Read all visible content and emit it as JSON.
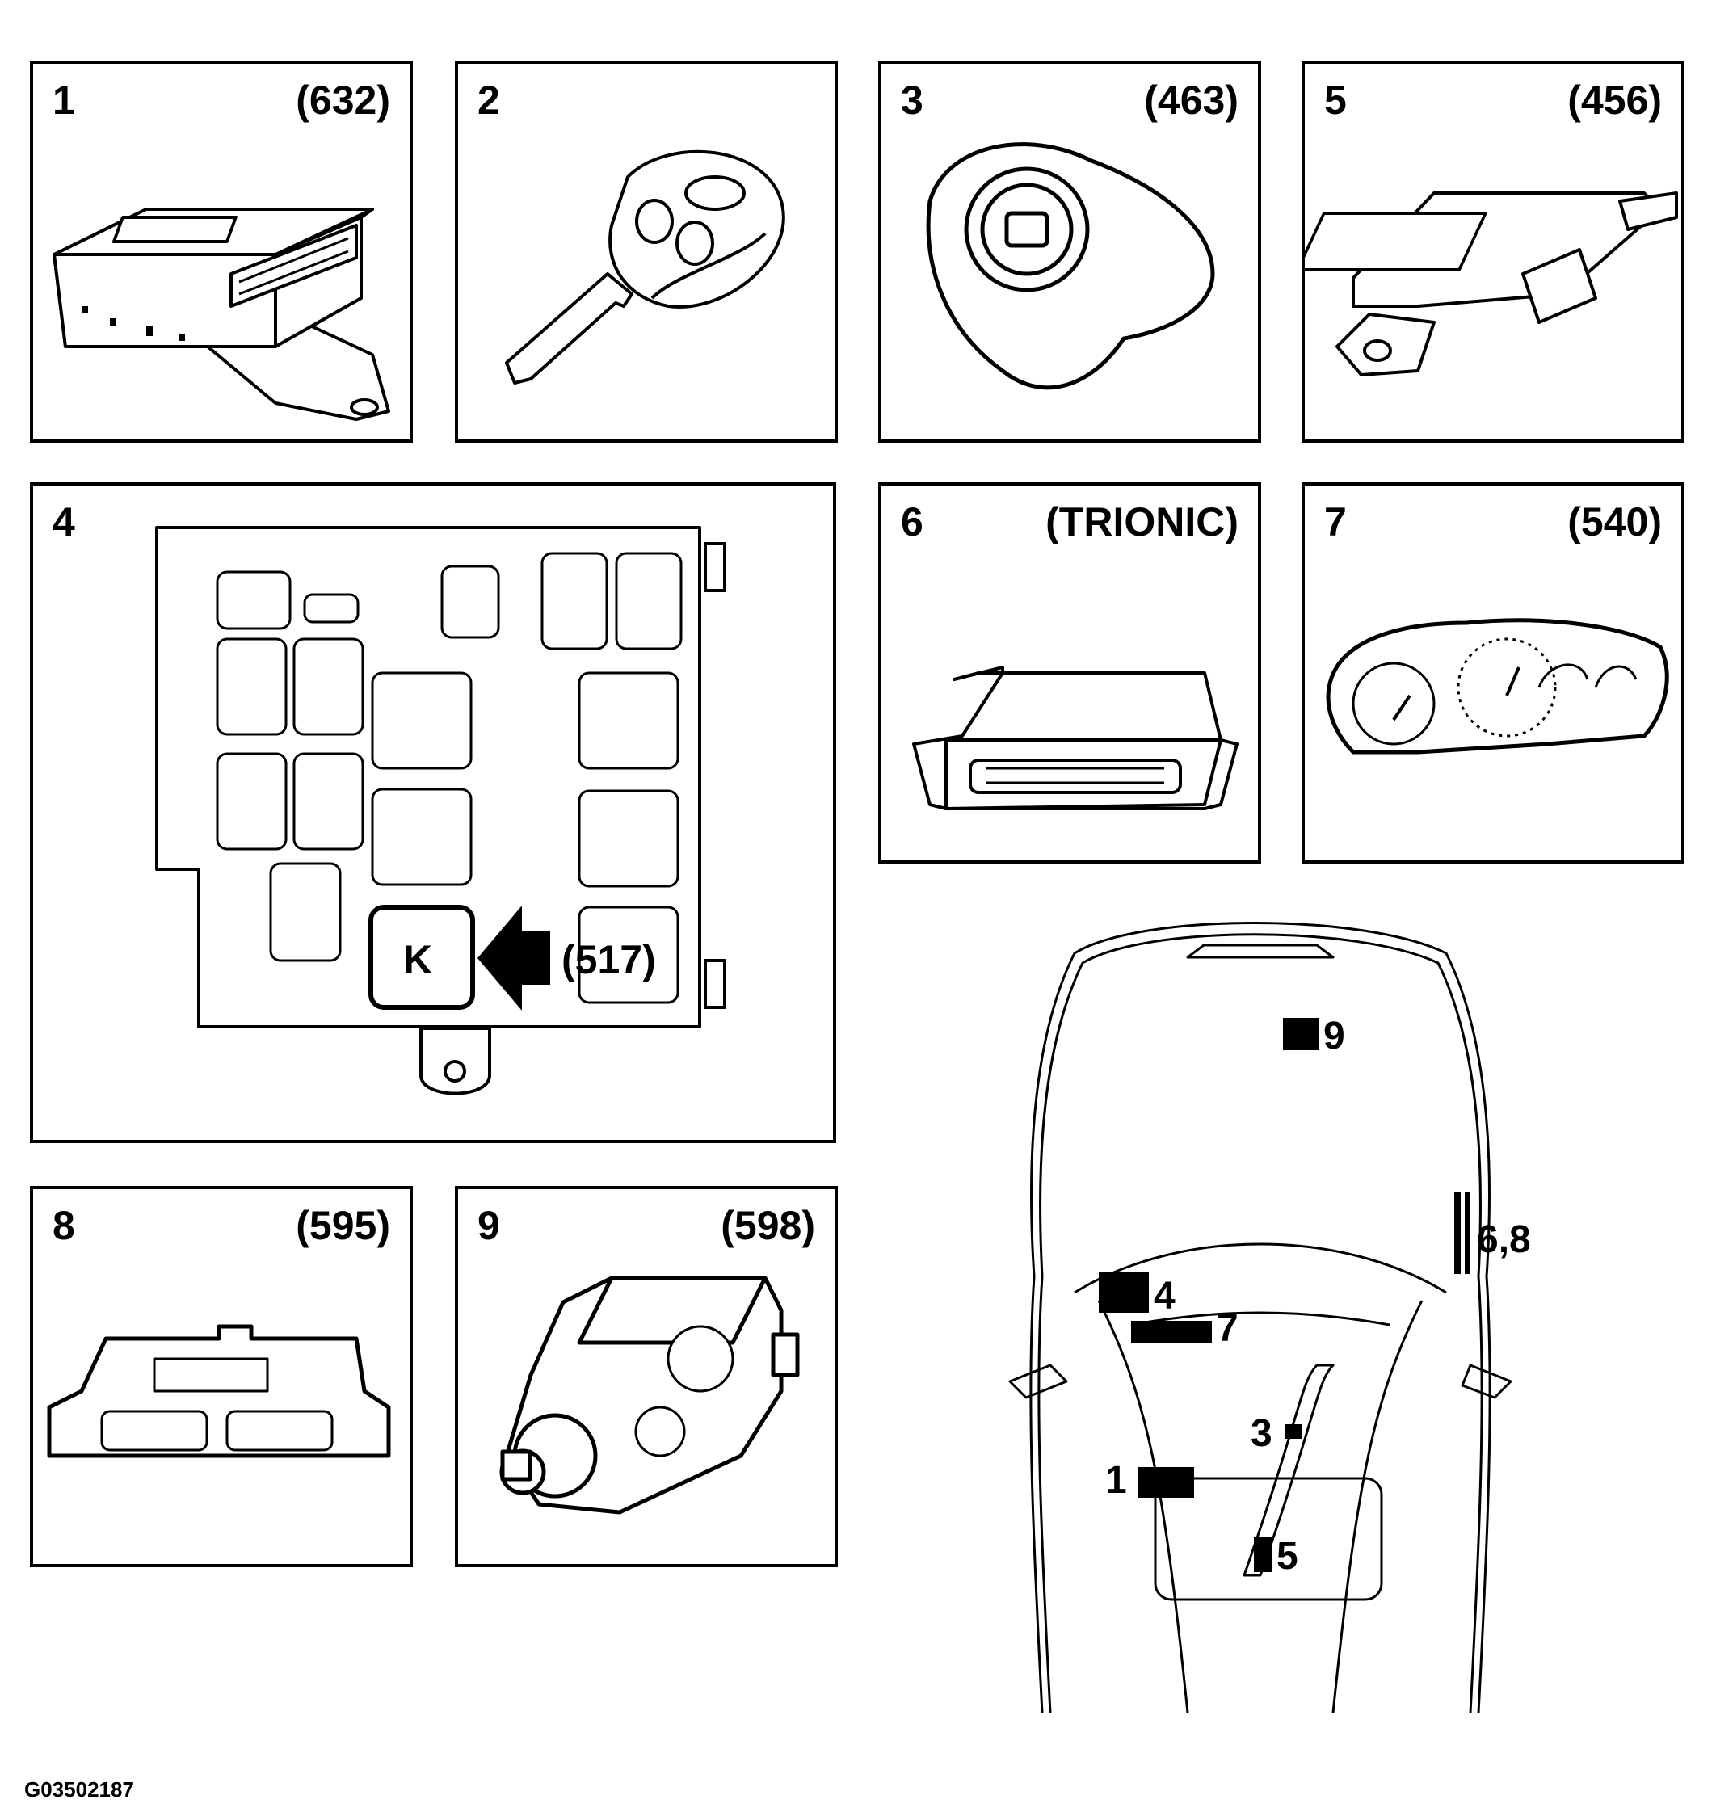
{
  "panels": [
    {
      "number": "1",
      "code": "(632)",
      "icon": "control-module-icon"
    },
    {
      "number": "2",
      "code": "",
      "icon": "remote-key-icon"
    },
    {
      "number": "3",
      "code": "(463)",
      "icon": "ignition-switch-icon"
    },
    {
      "number": "5",
      "code": "(456)",
      "icon": "antenna-module-icon"
    },
    {
      "number": "4",
      "code": "",
      "icon": "fuse-box-icon"
    },
    {
      "number": "6",
      "code": "(TRIONIC)",
      "icon": "engine-control-module-icon"
    },
    {
      "number": "7",
      "code": "(540)",
      "icon": "instrument-cluster-icon"
    },
    {
      "number": "8",
      "code": "(595)",
      "icon": "diesel-control-module-icon"
    },
    {
      "number": "9",
      "code": "(598)",
      "icon": "injection-pump-icon"
    }
  ],
  "fuse_box": {
    "relay_label": "K",
    "relay_code": "(517)"
  },
  "vehicle_markers": [
    {
      "label": "9"
    },
    {
      "label": "6,8"
    },
    {
      "label": "4"
    },
    {
      "label": "7"
    },
    {
      "label": "3"
    },
    {
      "label": "1"
    },
    {
      "label": "5"
    }
  ],
  "reference_code": "G03502187",
  "colors": {
    "line": "#000000",
    "background": "#ffffff"
  }
}
